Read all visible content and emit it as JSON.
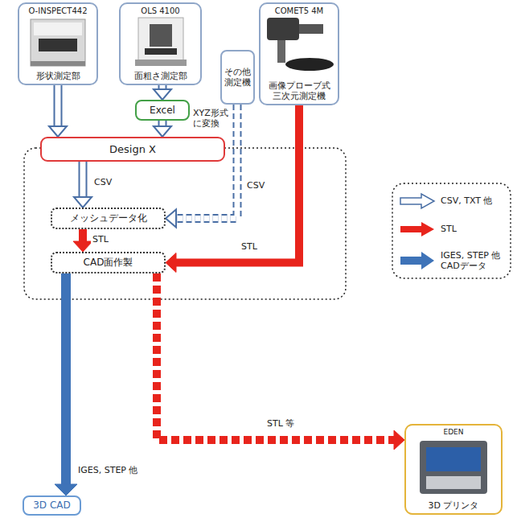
{
  "diagram": {
    "nodes": [
      {
        "text": [
          "O-INSPECT442",
          "形状測定部"
        ]
      },
      {
        "text": [
          "OLS 4100",
          "面粗さ測定部"
        ]
      },
      {
        "text": [
          "その他 測定機"
        ]
      },
      {
        "text": [
          "COMET5 4M",
          "画像プローブ式 三次元測定機"
        ]
      },
      {
        "text": [
          "Excel"
        ]
      },
      {
        "text": [
          "Design X"
        ]
      },
      {
        "text": [
          "メッシュデータ化"
        ]
      },
      {
        "text": [
          "CAD面作製"
        ]
      },
      {
        "text": [
          "EDEN",
          "3D プリンタ"
        ]
      },
      {
        "text": [
          "3D CAD"
        ]
      }
    ],
    "edges": [
      {
        "from": 0,
        "to": 5,
        "arrow": "to"
      },
      {
        "from": 1,
        "to": 4,
        "arrow": "to"
      },
      {
        "from": 4,
        "to": 5,
        "arrow": "to"
      },
      {
        "from": 2,
        "to": 6,
        "arrow": "to",
        "label": "CSV"
      },
      {
        "from": 3,
        "to": 7,
        "arrow": "to",
        "label": "STL"
      },
      {
        "from": 5,
        "to": 6,
        "arrow": "to",
        "label": "CSV"
      },
      {
        "from": 6,
        "to": 7,
        "arrow": "to",
        "label": "STL"
      },
      {
        "from": 7,
        "to": 9,
        "arrow": "to",
        "label": "IGES, STEP 他"
      },
      {
        "from": 7,
        "to": 8,
        "arrow": "to",
        "label": "STL 等"
      }
    ],
    "labels": [
      "XYZ形式 に変換"
    ],
    "legend": [
      {
        "text": "CSV, TXT 他"
      },
      {
        "text": "STL"
      },
      {
        "text": "IGES, STEP 他 CADデータ"
      }
    ]
  }
}
